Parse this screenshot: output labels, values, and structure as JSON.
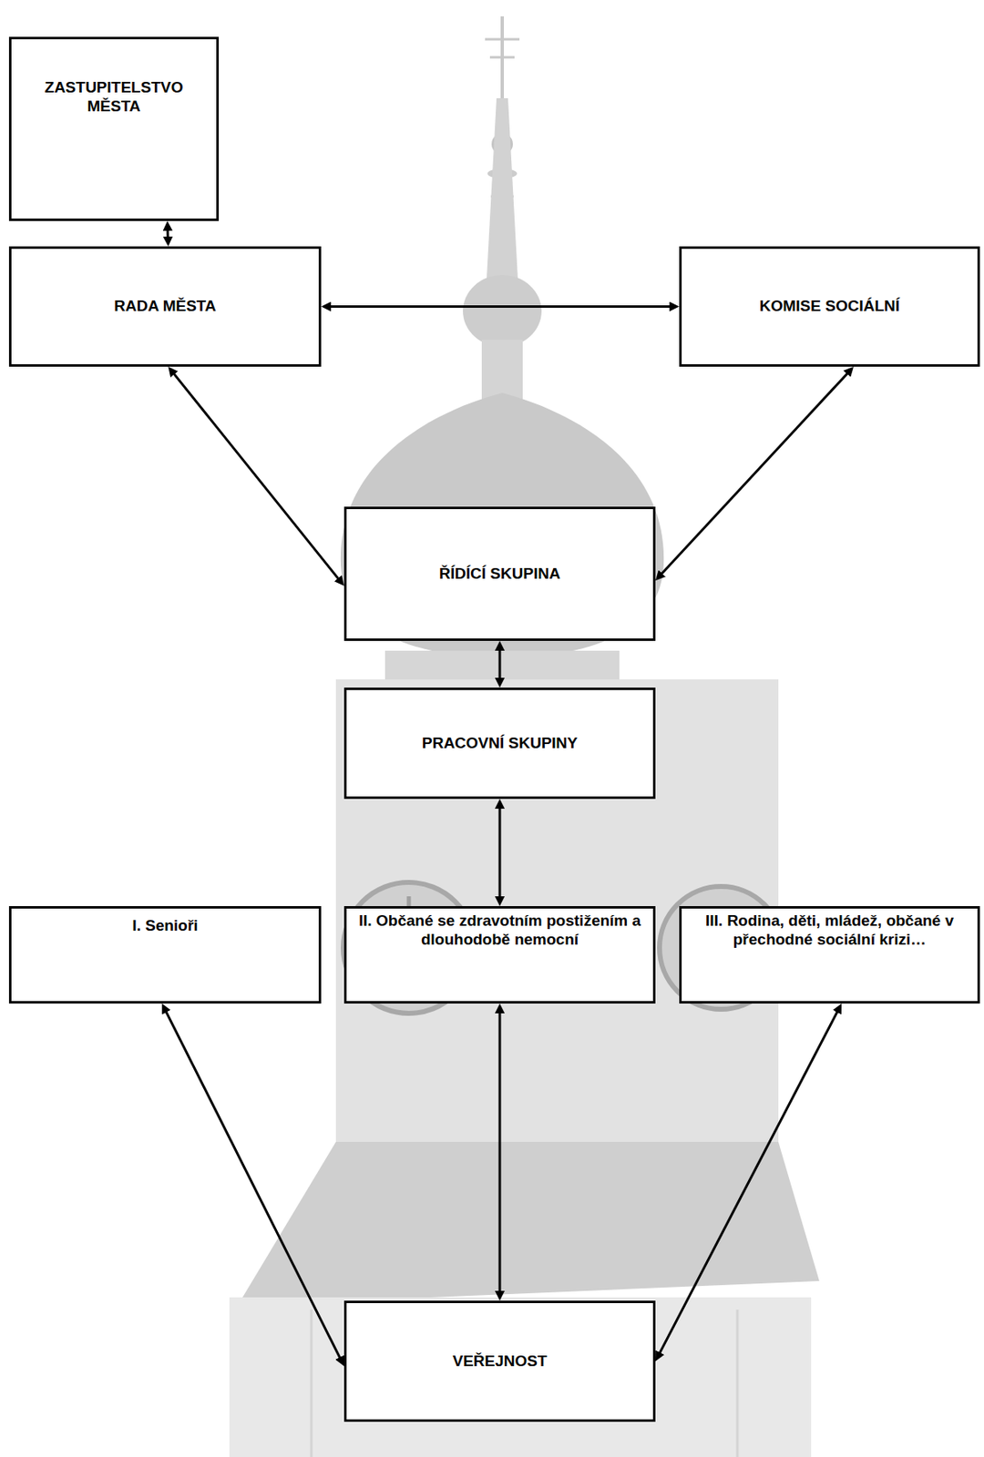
{
  "diagram": {
    "nodes": [
      {
        "text": [
          "ZASTUPITELSTVO MĚSTA"
        ]
      },
      {
        "text": [
          "RADA MĚSTA"
        ]
      },
      {
        "text": [
          "KOMISE SOCIÁLNÍ"
        ]
      },
      {
        "text": [
          "ŘÍDÍCÍ SKUPINA"
        ]
      },
      {
        "text": [
          "PRACOVNÍ SKUPINY"
        ]
      },
      {
        "text": [
          "I. Senioři"
        ]
      },
      {
        "text": [
          "II. Občané se zdravotním postižením a dlouhodobě nemocní"
        ]
      },
      {
        "text": [
          "III. Rodina, děti, mládež, občané v přechodné sociální krizi…"
        ]
      },
      {
        "text": [
          "VEŘEJNOST"
        ]
      }
    ],
    "edges": [
      {
        "from": 0,
        "to": 1,
        "arrow": "both"
      },
      {
        "from": 1,
        "to": 2,
        "arrow": "both"
      },
      {
        "from": 1,
        "to": 3,
        "arrow": "both"
      },
      {
        "from": 2,
        "to": 3,
        "arrow": "both"
      },
      {
        "from": 3,
        "to": 4,
        "arrow": "both"
      },
      {
        "from": 4,
        "to": 6,
        "arrow": "both"
      },
      {
        "from": 5,
        "to": 8,
        "arrow": "both"
      },
      {
        "from": 6,
        "to": 8,
        "arrow": "both"
      },
      {
        "from": 7,
        "to": 8,
        "arrow": "both"
      }
    ]
  }
}
